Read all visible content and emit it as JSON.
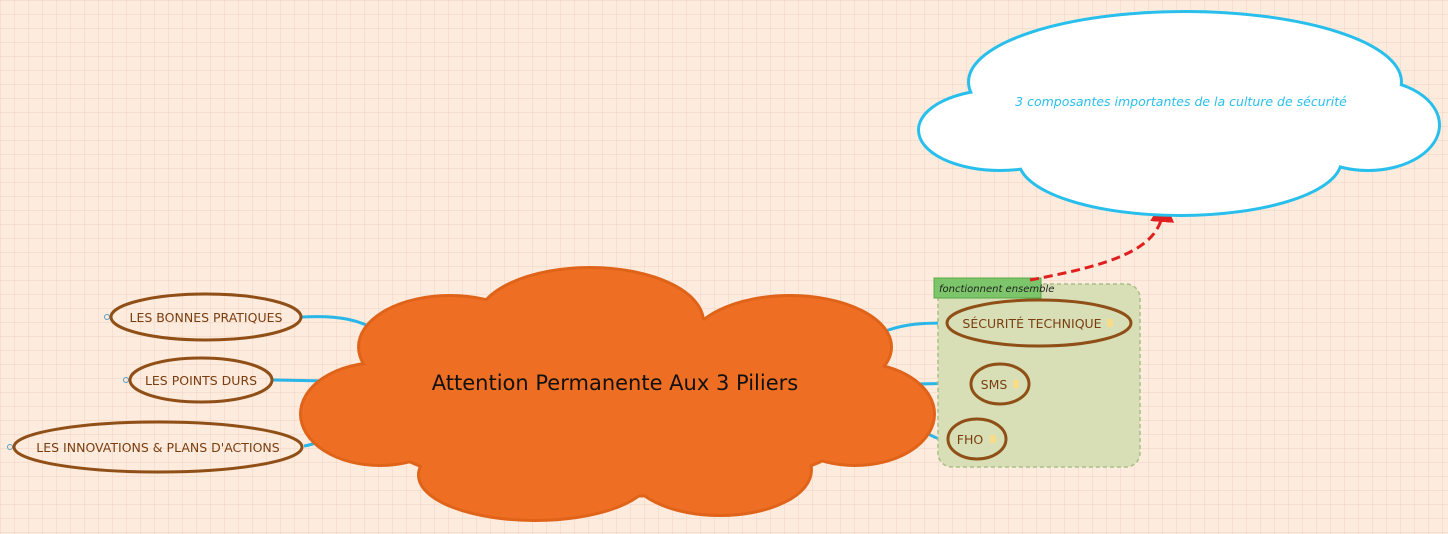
{
  "central_topic": "Attention Permanente Aux 3 Piliers",
  "left_topics": [
    {
      "label": "LES BONNES PRATIQUES"
    },
    {
      "label": "LES POINTS DURS"
    },
    {
      "label": "LES INNOVATIONS & PLANS D'ACTIONS"
    }
  ],
  "right_topics": [
    {
      "label": "SÉCURITÉ TECHNIQUE",
      "icon": "note-icon"
    },
    {
      "label": "SMS",
      "icon": "note-icon"
    },
    {
      "label": "FHO",
      "icon": "note-icon"
    }
  ],
  "boundary_label": "fonctionnent ensemble",
  "callout": "3 composantes importantes de la culture de sécurité",
  "colors": {
    "background": "#fdebdd",
    "central_fill": "#ee6f23",
    "topic_border": "#8f4f17",
    "topic_text": "#7a3e10",
    "connector": "#29b6e8",
    "relationship": "#e02020",
    "callout_border": "#29bfec",
    "callout_text": "#29bfec",
    "boundary_fill": "#d8dfb6",
    "label_fill": "#7cc56a"
  }
}
